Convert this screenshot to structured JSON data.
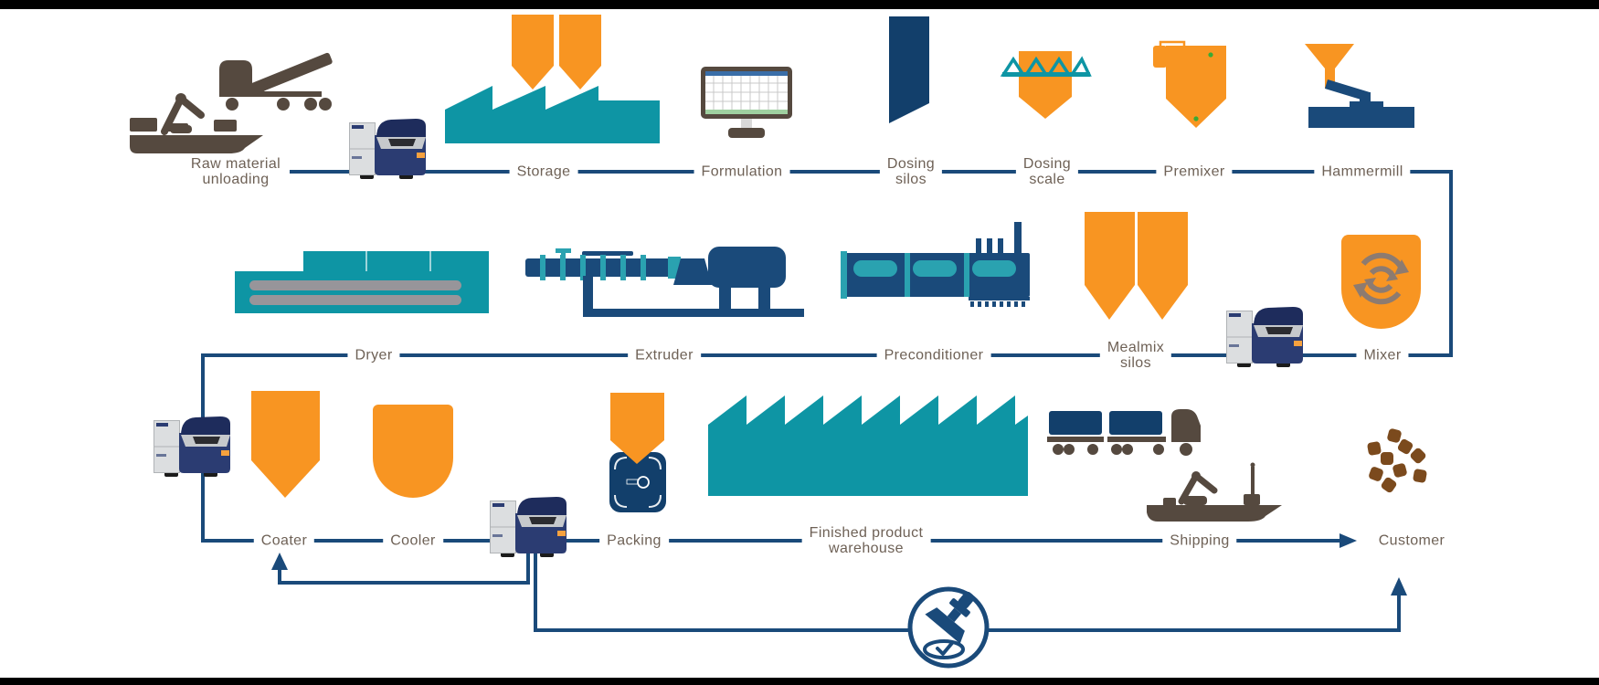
{
  "colors": {
    "line_navy": "#1a4a7a",
    "navy": "#123f6b",
    "machine_navy": "#2b3c72",
    "machine_lid": "#1e2c5c",
    "teal": "#0e95a4",
    "teal_light": "#2aa2b0",
    "orange": "#f89522",
    "brown": "#55493f",
    "label_text": "#6e6156",
    "gray": "#97959a",
    "kibble_brown": "#7b4a1d",
    "green_dot": "#3aaa35",
    "background": "#ffffff",
    "frame_black": "#000000",
    "panel_gray": "#dcdee0"
  },
  "diagram": {
    "row1": [
      {
        "label": "Raw material\nunloading",
        "icon": "cargo-ship-and-dump-truck"
      },
      {
        "label": "Storage",
        "icon": "factory-with-intake-arrows"
      },
      {
        "label": "Formulation",
        "icon": "computer-monitor-spreadsheet"
      },
      {
        "label": "Dosing\nsilos",
        "icon": "dosing-silo"
      },
      {
        "label": "Dosing\nscale",
        "icon": "hopper-with-scale-triangles"
      },
      {
        "label": "Premixer",
        "icon": "premixer-hopper"
      },
      {
        "label": "Hammermill",
        "icon": "funnel-mill"
      }
    ],
    "row2": [
      {
        "label": "Dryer",
        "icon": "dryer-conveyor"
      },
      {
        "label": "Extruder",
        "icon": "extruder-barrel"
      },
      {
        "label": "Preconditioner",
        "icon": "preconditioner-vessel"
      },
      {
        "label": "Mealmix\nsilos",
        "icon": "twin-pointed-silos"
      },
      {
        "label": "Mixer",
        "icon": "mixer-recycle-bowl"
      }
    ],
    "row3": [
      {
        "label": "Coater",
        "icon": "pointed-hopper"
      },
      {
        "label": "Cooler",
        "icon": "round-bottom-bin"
      },
      {
        "label": "Packing",
        "icon": "arrow-into-bag"
      },
      {
        "label": "Finished product\nwarehouse",
        "icon": "sawtooth-warehouse"
      },
      {
        "label": "Shipping",
        "icon": "container-truck-and-cargo-ship"
      },
      {
        "label": "Customer",
        "icon": "pet-food-kibbles"
      }
    ],
    "analyzers": {
      "icon": "nir-analyzer-machine",
      "count": 4
    },
    "quality_stamp_icon": "approval-stamp-badge"
  }
}
